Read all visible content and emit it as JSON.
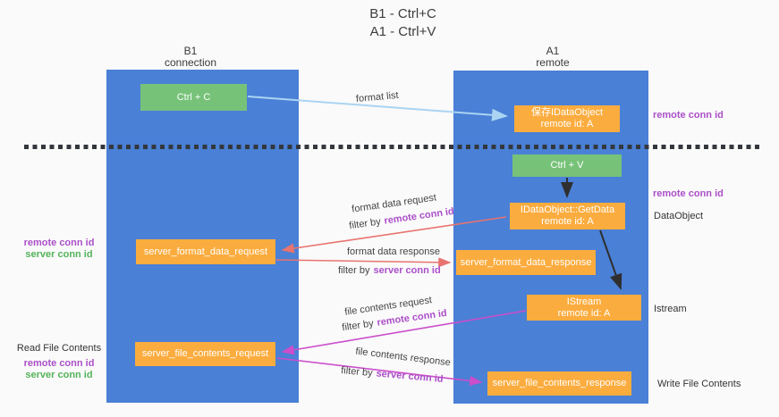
{
  "title": {
    "line1": "B1 - Ctrl+C",
    "line2": "A1 - Ctrl+V"
  },
  "lanes": {
    "left": {
      "name": "B1",
      "role": "connection"
    },
    "right": {
      "name": "A1",
      "role": "remote"
    }
  },
  "nodes": {
    "ctrl_c": {
      "label": "Ctrl + C"
    },
    "save_idataobject": {
      "line1": "保存IDataObject",
      "line2": "remote id: A"
    },
    "ctrl_v": {
      "label": "Ctrl + V"
    },
    "getdata": {
      "line1": "IDataObject::GetData",
      "line2": "remote id: A"
    },
    "format_request": {
      "label": "server_format_data_request"
    },
    "format_response": {
      "label": "server_format_data_response"
    },
    "istream": {
      "line1": "IStream",
      "line2": "remote id: A"
    },
    "file_request": {
      "label": "server_file_contents_request"
    },
    "file_response": {
      "label": "server_file_contents_response"
    }
  },
  "side_labels": {
    "right_remote_conn_top": "remote conn id",
    "right_remote_conn_mid": "remote conn id",
    "right_dataobject": "DataObject",
    "right_istream": "Istream",
    "right_write_file": "Write File Contents",
    "left_remote_conn_1": "remote conn id",
    "left_server_conn_1": "server conn id",
    "left_read_file": "Read File Contents",
    "left_remote_conn_2": "remote conn id",
    "left_server_conn_2": "server conn id"
  },
  "flow_labels": {
    "format_list": "format list",
    "format_data_request": "format data request",
    "filter_request_prefix": "filter by",
    "filter_request_key": "remote conn id",
    "format_data_response": "format data response",
    "filter_response_prefix": "filter by",
    "filter_response_key": "server conn id",
    "file_contents_request": "file contents request",
    "file_filter_request_prefix": "filter by",
    "file_filter_request_key": "remote conn id",
    "file_contents_response": "file contents response",
    "file_filter_response_prefix": "filter by",
    "file_filter_response_key": "server conn id"
  },
  "colors": {
    "lane_blue": "#4a80d6",
    "node_green": "#77c279",
    "node_orange": "#fbac3e",
    "accent_purple": "#ab4fc8",
    "accent_green": "#53b35a",
    "arrow_red": "#e8736f",
    "arrow_magenta": "#cb4ecb",
    "arrow_blue": "#aad4f2",
    "arrow_black": "#2f2f2f",
    "dashed_line": "#33373d"
  }
}
